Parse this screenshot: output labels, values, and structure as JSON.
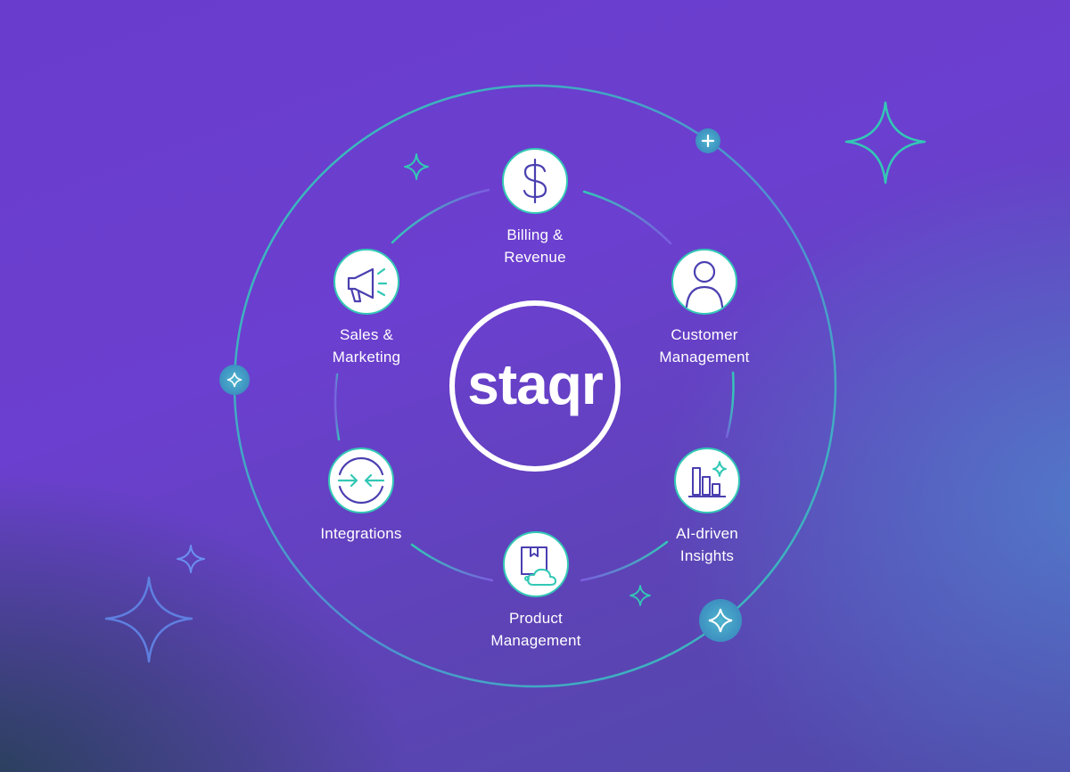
{
  "brand": {
    "name": "staqr"
  },
  "colors": {
    "teal": "#33c8b5",
    "violet": "#6b3fcf",
    "blue_accent": "#4f8fd0",
    "white": "#ffffff"
  },
  "nodes": [
    {
      "id": "billing",
      "icon": "dollar-icon",
      "label_lines": [
        "Billing &",
        "Revenue"
      ]
    },
    {
      "id": "customer",
      "icon": "user-icon",
      "label_lines": [
        "Customer",
        "Management"
      ]
    },
    {
      "id": "insights",
      "icon": "bar-chart-sparkle-icon",
      "label_lines": [
        "AI-driven",
        "Insights"
      ]
    },
    {
      "id": "product",
      "icon": "package-cloud-icon",
      "label_lines": [
        "Product",
        "Management"
      ]
    },
    {
      "id": "integrations",
      "icon": "sync-arrows-icon",
      "label_lines": [
        "Integrations"
      ]
    },
    {
      "id": "sales",
      "icon": "megaphone-icon",
      "label_lines": [
        "Sales &",
        "Marketing"
      ]
    }
  ],
  "decorations": {
    "outer_ring_badges": [
      "plus-icon",
      "sparkle-icon",
      "sparkle-icon"
    ],
    "background_icons": [
      "sparkle-icon",
      "sparkle-icon",
      "sparkle-icon",
      "sparkle-icon",
      "sparkle-icon"
    ]
  }
}
